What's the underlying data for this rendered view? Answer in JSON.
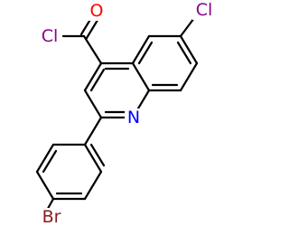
{
  "atoms": {
    "cl_acyl": {
      "label": "Cl",
      "color": "#8B008B"
    },
    "o_carbonyl": {
      "label": "O",
      "color": "#FF0000"
    },
    "cl_ring": {
      "label": "Cl",
      "color": "#8B008B"
    },
    "n_ring": {
      "label": "N",
      "color": "#0000FF"
    },
    "br": {
      "label": "Br",
      "color": "#8B1A1A"
    }
  },
  "colors": {
    "bond": "#000000",
    "background": "#ffffff"
  }
}
